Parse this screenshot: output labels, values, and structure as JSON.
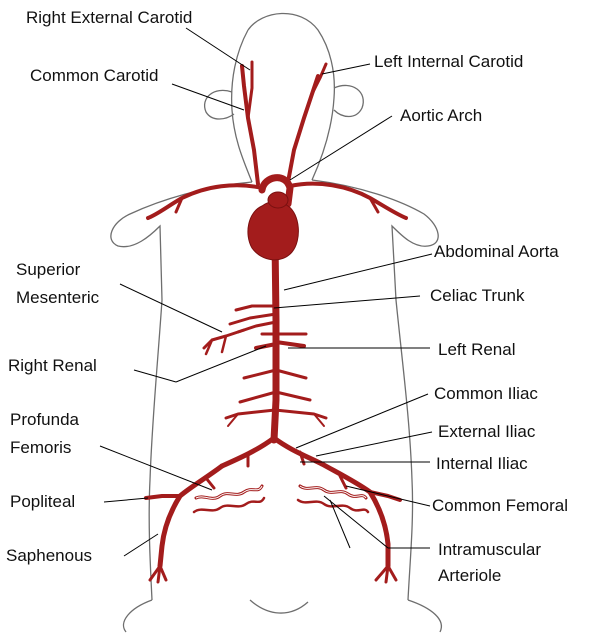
{
  "labels": {
    "right_external_carotid": "Right External Carotid",
    "common_carotid": "Common Carotid",
    "left_internal_carotid": "Left Internal Carotid",
    "aortic_arch": "Aortic Arch",
    "superior_mesenteric_1": "Superior",
    "superior_mesenteric_2": "Mesenteric",
    "abdominal_aorta": "Abdominal Aorta",
    "celiac_trunk": "Celiac Trunk",
    "right_renal": "Right Renal",
    "left_renal": "Left Renal",
    "common_iliac": "Common Iliac",
    "external_iliac": "External Iliac",
    "internal_iliac": "Internal Iliac",
    "profunda_femoris_1": "Profunda",
    "profunda_femoris_2": "Femoris",
    "popliteal": "Popliteal",
    "common_femoral": "Common Femoral",
    "saphenous": "Saphenous",
    "intramuscular_arteriole_1": "Intramuscular",
    "intramuscular_arteriole_2": "Arteriole"
  },
  "colors": {
    "artery": "#a31c1c",
    "outline": "#6e6e6e",
    "leader": "#000000"
  }
}
